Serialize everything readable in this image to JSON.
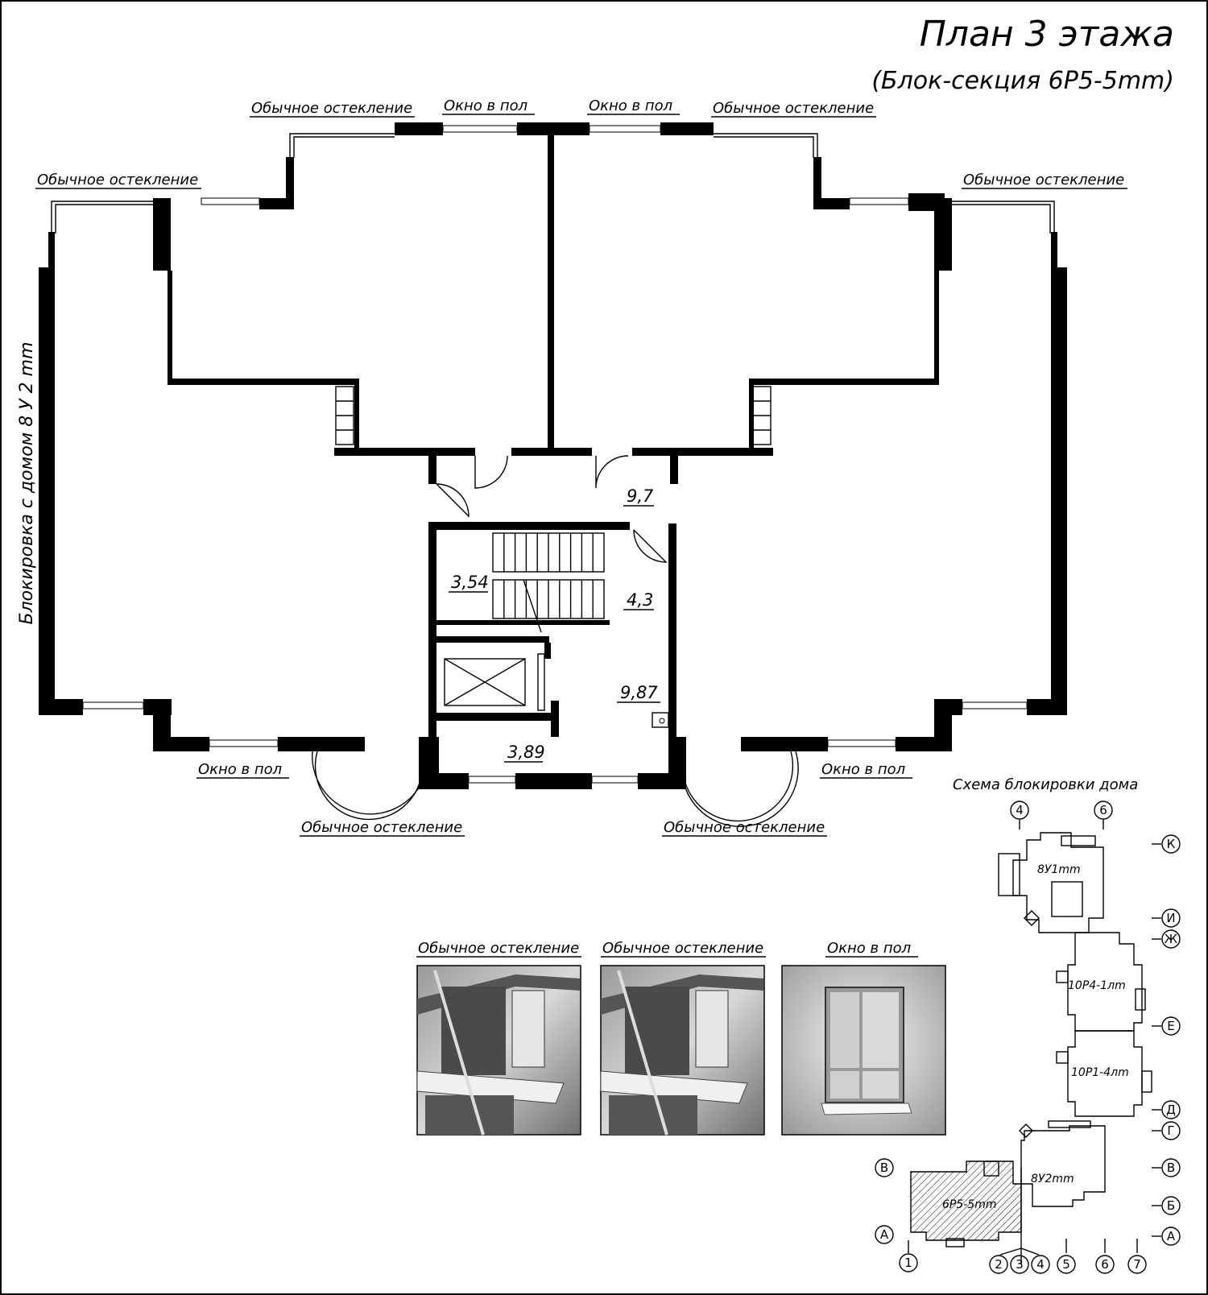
{
  "title": "План 3 этажа",
  "subtitle": "(Блок-секция 6Р5-5mm)",
  "side_label": "Блокировка с домом 8 У 2 mm",
  "labels": {
    "glazing_nw_top": "Обычное остекление",
    "floorwin_n_left": "Окно в пол",
    "floorwin_n_right": "Окно в пол",
    "glazing_ne_top": "Обычное остекление",
    "glazing_w": "Обычное остекление",
    "glazing_e": "Обычное остекление",
    "floorwin_s_left": "Окно в пол",
    "floorwin_s_right": "Окно в пол",
    "glazing_s_left": "Обычное остекление",
    "glazing_s_right": "Обычное остекление"
  },
  "areas": {
    "hall": "9,7",
    "stair": "3,54",
    "lobby": "4,3",
    "lift_hall": "9,87",
    "vestibule": "3,89"
  },
  "legend": {
    "item1": "Обычное остекление",
    "item2": "Обычное остекление",
    "item3": "Окно в пол"
  },
  "scheme": {
    "title": "Схема блокировки дома",
    "blocks": {
      "b1": "8У1mm",
      "b2": "10Р4-1лm",
      "b3": "10Р1-4лm",
      "b4": "8У2mm",
      "b5": "6Р5-5mm"
    },
    "axes": {
      "top4": "4",
      "top6": "6",
      "k": "К",
      "i": "И",
      "zh": "Ж",
      "e": "Е",
      "d": "Д",
      "g": "Г",
      "v_right": "В",
      "b": "Б",
      "a_right": "А",
      "v_left": "В",
      "a_left": "А",
      "n1": "1",
      "n2": "2",
      "n3": "3",
      "n4": "4",
      "n5": "5",
      "n6": "6",
      "n7": "7"
    }
  }
}
